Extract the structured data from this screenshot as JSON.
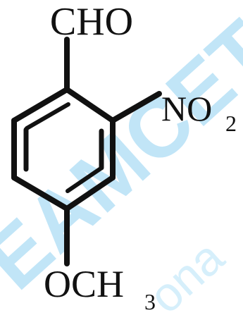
{
  "molecule": {
    "top_group": "CHO",
    "right_group_main": "NO",
    "right_group_sub": "2",
    "bottom_group_main": "OCH",
    "bottom_group_sub": "3"
  },
  "watermark": {
    "main_text": "EAMCET",
    "secondary_text": "ona"
  },
  "colors": {
    "background": "#ffffff",
    "structure": "#111111",
    "watermark": "#8fd0f2"
  }
}
